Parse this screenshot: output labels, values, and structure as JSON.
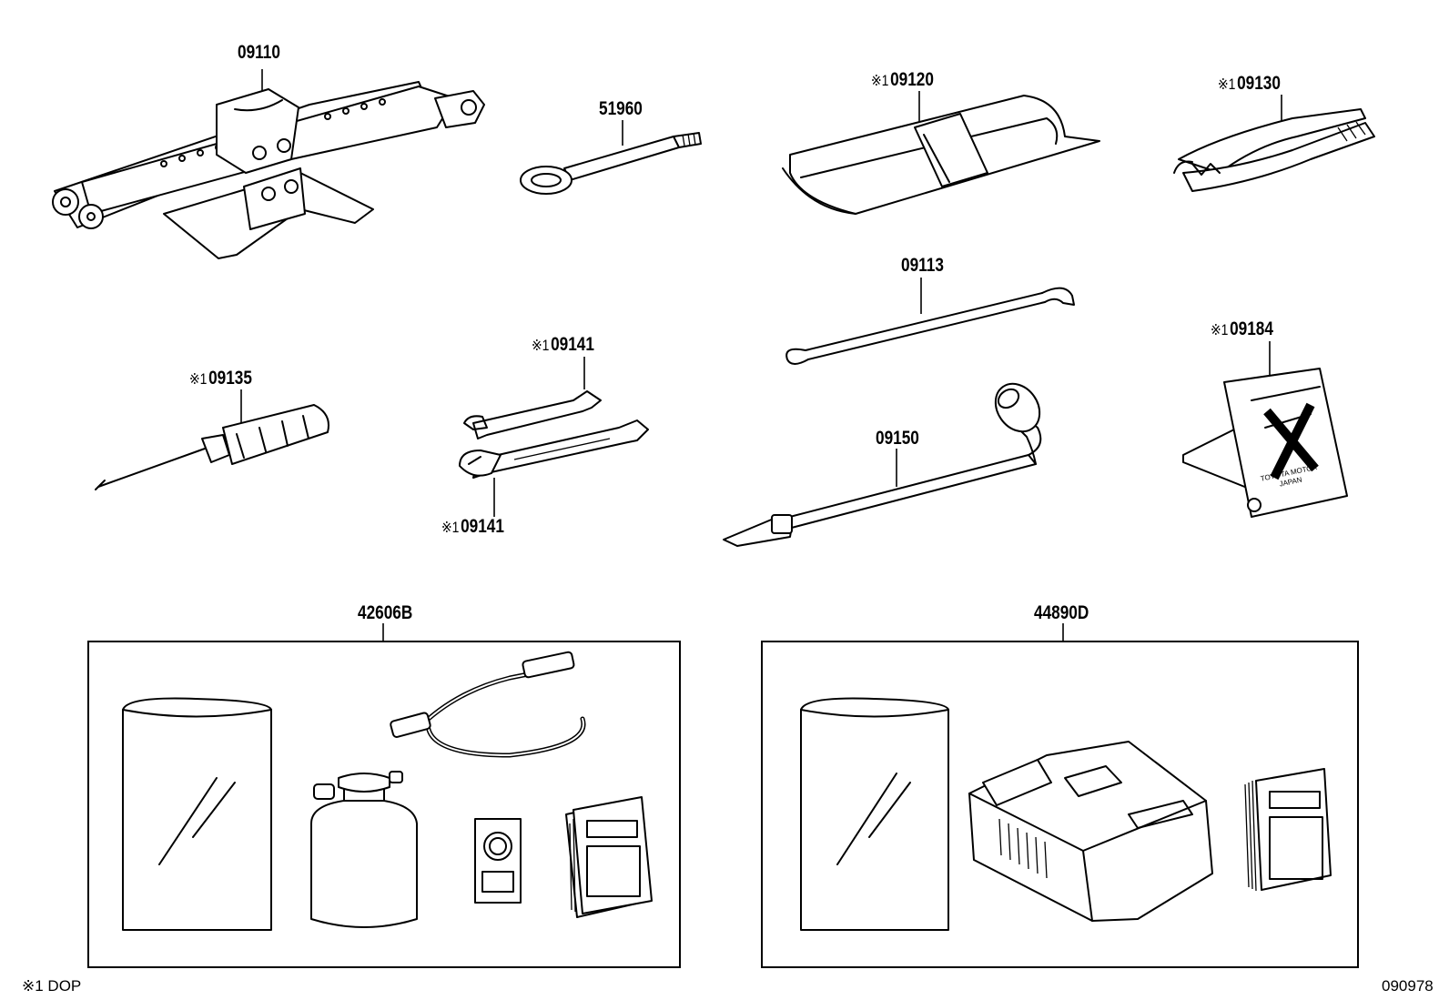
{
  "parts": {
    "jack": "09110",
    "hook": "51960",
    "tool_bag": "09120",
    "pliers": "09130",
    "screwdriver": "09135",
    "wrench_upper": "09141",
    "wrench_lower": "09141",
    "jack_handle_rod": "09113",
    "wheel_nut_wrench": "09150",
    "warning_triangle": "09184",
    "repair_kit": "42606B",
    "compressor_kit": "44890D"
  },
  "marker": "※1",
  "footer": {
    "note": "※1 DOP",
    "diagram_number": "090978"
  },
  "triangle_text": {
    "line1": "TOYOTA MOTOR",
    "line2": "JAPAN"
  },
  "icons": [
    "scissor-jack-icon",
    "towing-hook-icon",
    "tool-bag-icon",
    "pliers-icon",
    "screwdriver-icon",
    "wrench-icon",
    "hook-rod-icon",
    "lug-wrench-icon",
    "warning-triangle-icon",
    "bag-icon",
    "hose-icon",
    "sealant-bottle-icon",
    "sticker-icon",
    "manual-icon",
    "air-compressor-icon"
  ]
}
